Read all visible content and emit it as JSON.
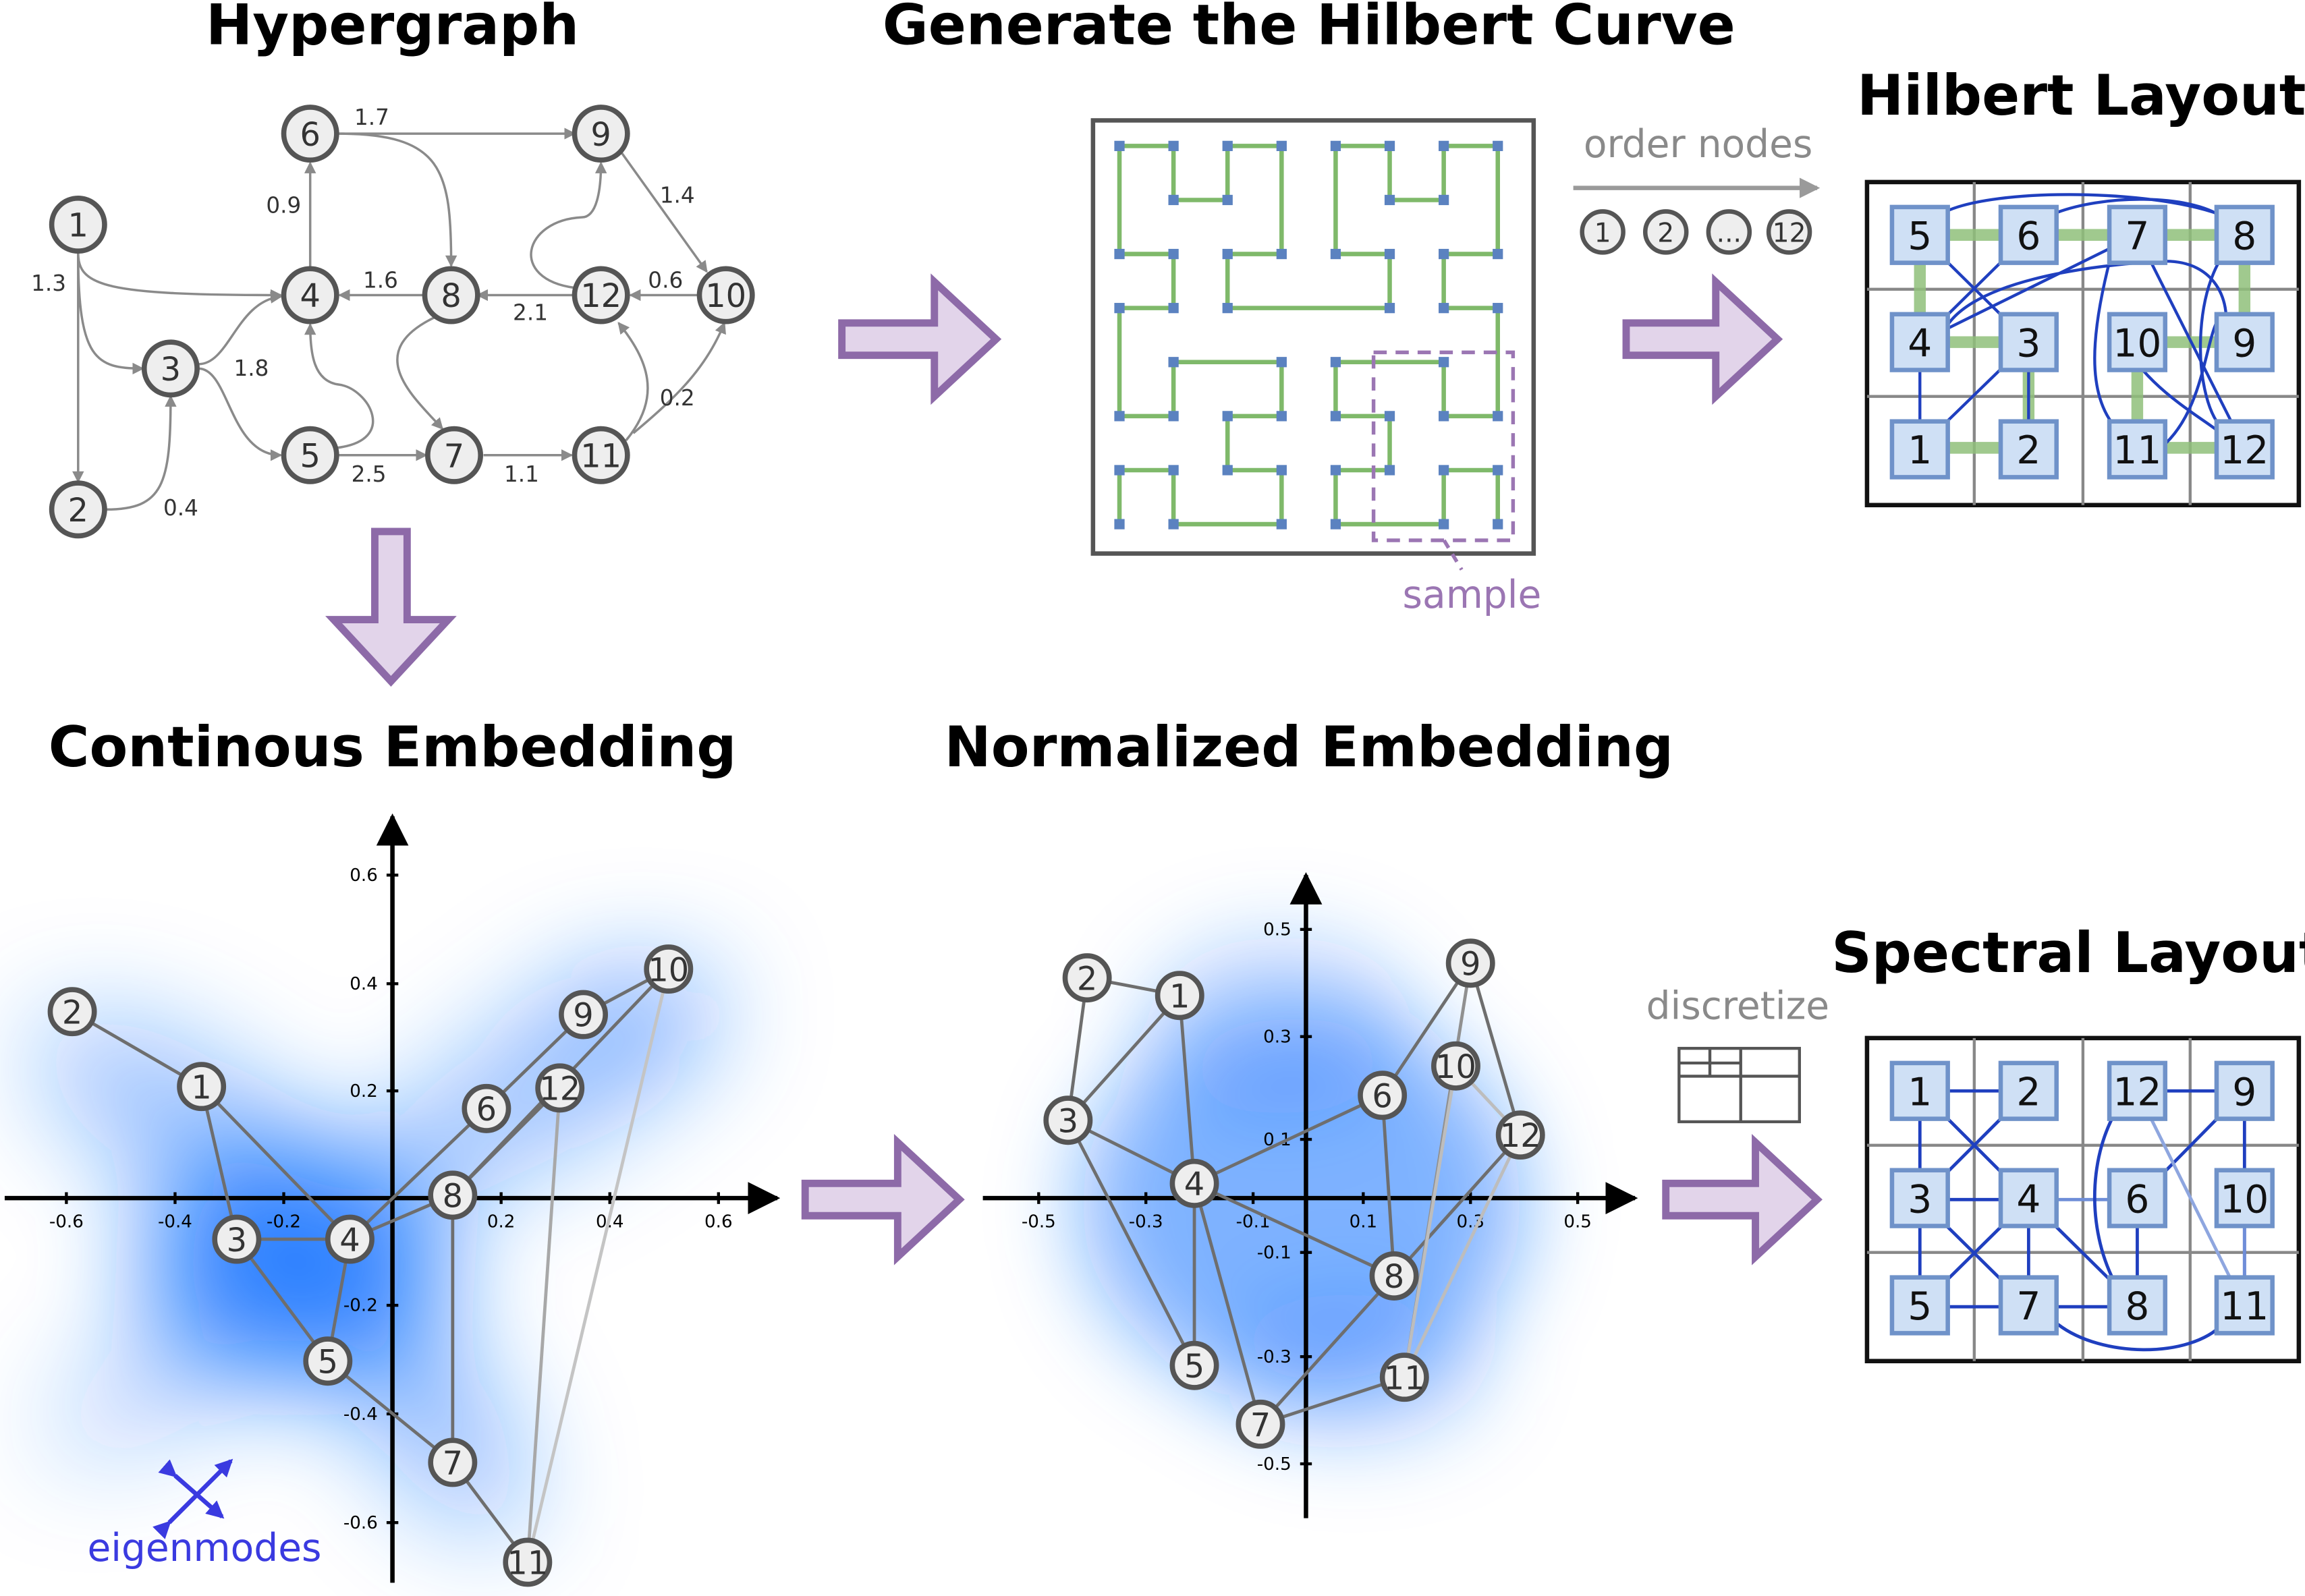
{
  "titles": {
    "hypergraph": "Hypergraph",
    "hilbert_curve": "Generate the Hilbert Curve",
    "hilbert_layout": "Hilbert Layout",
    "continuous": "Continous Embedding",
    "normalized": "Normalized Embedding",
    "spectral_layout": "Spectral Layout"
  },
  "labels": {
    "order_nodes": "order nodes",
    "sample": "sample",
    "discretize": "discretize",
    "eigenmodes": "eigenmodes",
    "ellipsis": "..."
  },
  "order_sequence": [
    "1",
    "2",
    "...",
    "12"
  ],
  "hypergraph": {
    "nodes": [
      "1",
      "2",
      "3",
      "4",
      "5",
      "6",
      "7",
      "8",
      "9",
      "10",
      "11",
      "12"
    ],
    "edge_weights": [
      "1.7",
      "1.4",
      "0.9",
      "1.3",
      "1.6",
      "2.1",
      "0.6",
      "1.8",
      "2.5",
      "1.1",
      "0.2",
      "0.4"
    ]
  },
  "continuous_axis": {
    "x_ticks": [
      "-0.6",
      "-0.4",
      "-0.2",
      "0.2",
      "0.4",
      "0.6"
    ],
    "y_ticks": [
      "0.6",
      "0.4",
      "0.2",
      "-0.2",
      "-0.4",
      "-0.6"
    ]
  },
  "normalized_axis": {
    "x_ticks": [
      "-0.5",
      "-0.3",
      "-0.1",
      "0.1",
      "0.3",
      "0.5"
    ],
    "y_ticks": [
      "0.5",
      "0.3",
      "0.1",
      "-0.1",
      "-0.3",
      "-0.5"
    ]
  },
  "hilbert_layout_grid": [
    [
      "5",
      "6",
      "7",
      "8"
    ],
    [
      "4",
      "3",
      "10",
      "9"
    ],
    [
      "1",
      "2",
      "11",
      "12"
    ]
  ],
  "spectral_layout_grid": [
    [
      "1",
      "2",
      "12",
      "9"
    ],
    [
      "3",
      "4",
      "6",
      "10"
    ],
    [
      "5",
      "7",
      "8",
      "11"
    ]
  ],
  "colors": {
    "curve": "#7fb96a",
    "curve_point": "#5b82c0",
    "arrow_fill": "#e2d4ea",
    "arrow_stroke": "#8d6aa8",
    "sample_box": "#9b76b3",
    "layout_edge": "#1f3fbf",
    "layout_cell": "#cfe0f5",
    "eigenmodes": "#3a3ae0",
    "density": "#1a73ff"
  }
}
